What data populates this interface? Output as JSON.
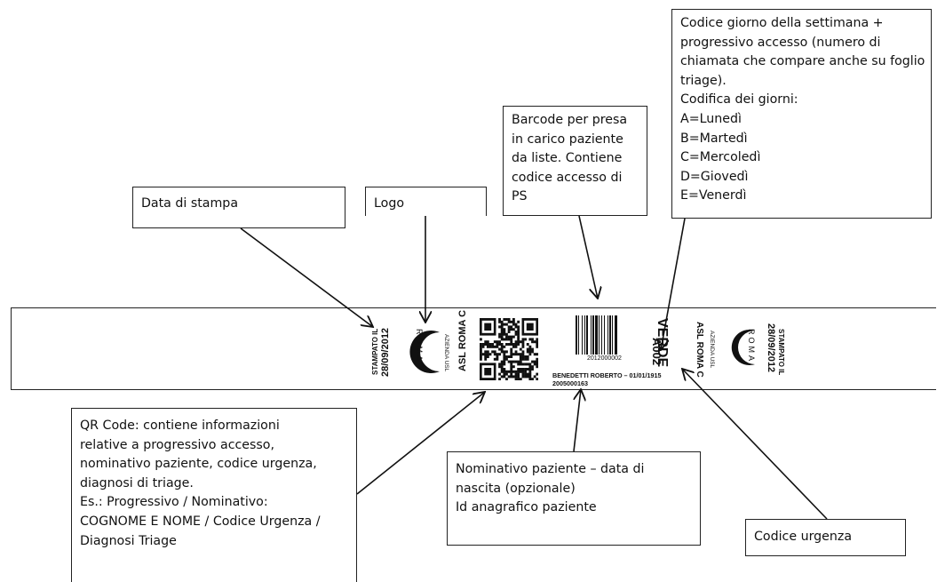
{
  "callouts": {
    "data_stampa": "Data di stampa",
    "logo": "Logo",
    "barcode": [
      "Barcode per presa",
      "in carico paziente",
      "da liste. Contiene",
      "codice accesso di",
      "PS"
    ],
    "codice_giorno": [
      "Codice giorno della settimana +",
      "progressivo accesso (numero di",
      "chiamata che compare anche su foglio",
      "triage).",
      "Codifica dei giorni:",
      "A=Lunedì",
      "B=Martedì",
      "C=Mercoledì",
      "D=Giovedì",
      "E=Venerdì"
    ],
    "qr_code": [
      "QR Code: contiene informazioni",
      "relative a progressivo accesso,",
      "nominativo paziente, codice urgenza,",
      "diagnosi di triage.",
      "Es.: Progressivo / Nominativo:",
      "COGNOME E NOME / Codice Urgenza /",
      "Diagnosi Triage"
    ],
    "nominativo": [
      "Nominativo paziente – data di",
      "nascita (opzionale)",
      "Id anagrafico paziente"
    ],
    "codice_urgenza": "Codice urgenza"
  },
  "wristband": {
    "stampato_label": "STAMPATO IL",
    "stampato_date": "28/09/2012",
    "logo_text": "ROMA",
    "azienda_text": "AZIENDA USL",
    "asl": "ASL ROMA C",
    "barcode_number": "2012000002",
    "patient_line": "BENEDETTI ROBERTO  –  01/01/1915",
    "patient_id": "2005000163",
    "urgency": "VERDE",
    "access_code": "A002",
    "colors": {
      "ink": "#111111",
      "frame": "#222222"
    }
  }
}
